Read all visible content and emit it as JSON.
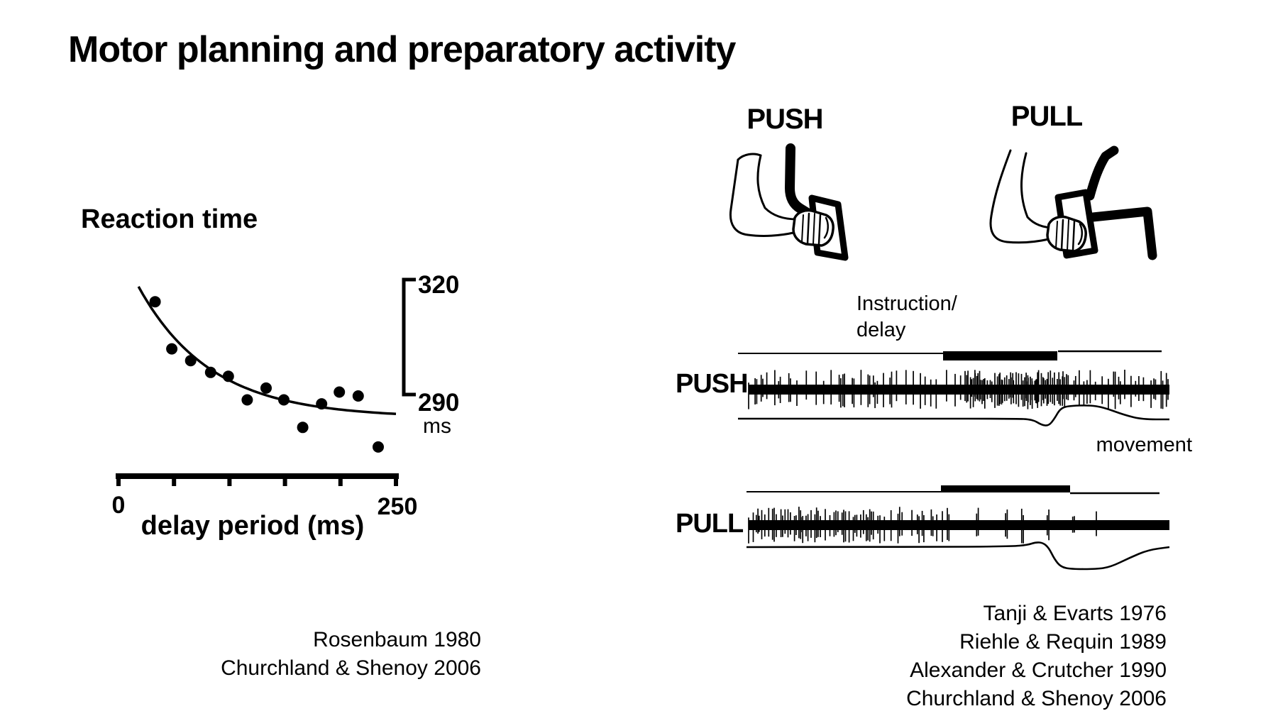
{
  "slide": {
    "title": "Motor planning and preparatory activity"
  },
  "left_panel": {
    "heading": "Reaction time",
    "citations": [
      "Rosenbaum 1980",
      "Churchland & Shenoy 2006"
    ]
  },
  "chart_data": {
    "type": "scatter",
    "title": "Reaction time",
    "xlabel": "delay period (ms)",
    "xlim": [
      0,
      250
    ],
    "x_tick_values": [
      0,
      50,
      100,
      150,
      200,
      250
    ],
    "x_tick_labels_shown": {
      "first": "0",
      "last": "250"
    },
    "y_bracket": {
      "top_value": 320,
      "bottom_value": 290,
      "top_label": "320",
      "bottom_label": "290",
      "unit": "ms"
    },
    "points": [
      {
        "delay": 33,
        "rt": 314
      },
      {
        "delay": 48,
        "rt": 302
      },
      {
        "delay": 65,
        "rt": 299
      },
      {
        "delay": 83,
        "rt": 296
      },
      {
        "delay": 99,
        "rt": 295
      },
      {
        "delay": 116,
        "rt": 289
      },
      {
        "delay": 133,
        "rt": 292
      },
      {
        "delay": 149,
        "rt": 289
      },
      {
        "delay": 166,
        "rt": 282
      },
      {
        "delay": 183,
        "rt": 288
      },
      {
        "delay": 199,
        "rt": 291
      },
      {
        "delay": 216,
        "rt": 290
      },
      {
        "delay": 234,
        "rt": 277
      }
    ],
    "fit_curve": {
      "type": "exponential_decay",
      "asymptote_ms": 284.5,
      "amplitude_ms": 44,
      "tau_ms": 65,
      "x_start": 18,
      "x_end": 252
    }
  },
  "right_panel": {
    "push_header": "PUSH",
    "pull_header": "PULL",
    "instruction_label": [
      "Instruction/",
      "delay"
    ],
    "movement_label": "movement",
    "citations": [
      "Tanji & Evarts 1976",
      "Riehle & Requin 1989",
      "Alexander & Crutcher 1990",
      "Churchland & Shenoy 2006"
    ],
    "neural_rows": [
      {
        "label": "PUSH",
        "instruction_trace": {
          "pre": [
            1040,
            498,
            1329,
            498
          ],
          "bar": [
            1329,
            495,
            1490,
            508
          ],
          "post": [
            1491,
            495,
            1637,
            495
          ]
        },
        "spike_band": {
          "x0": 1055,
          "x1": 1648,
          "center_y": 549,
          "half_thickness": 7,
          "max_spike": 28,
          "segments": [
            {
              "from": 1055,
              "to": 1360,
              "gap_min": 5,
              "gap_max": 15,
              "double_prob": 0.3,
              "desc": "steady tonic firing"
            },
            {
              "from": 1360,
              "to": 1498,
              "gap_min": 1.6,
              "gap_max": 4.5,
              "double_prob": 0.5,
              "desc": "burst during instruction/delay"
            },
            {
              "from": 1498,
              "to": 1646,
              "gap_min": 4,
              "gap_max": 11,
              "double_prob": 0.35,
              "desc": "elevated firing"
            }
          ]
        },
        "movement_trace": [
          [
            1040,
            590
          ],
          [
            1300,
            590
          ],
          [
            1430,
            590
          ],
          [
            1455,
            591
          ],
          [
            1468,
            599
          ],
          [
            1478,
            600
          ],
          [
            1486,
            590
          ],
          [
            1494,
            576
          ],
          [
            1505,
            572
          ],
          [
            1535,
            571
          ],
          [
            1555,
            574
          ],
          [
            1585,
            585
          ],
          [
            1610,
            591
          ],
          [
            1648,
            591
          ]
        ]
      },
      {
        "label": "PULL",
        "instruction_trace": {
          "pre": [
            1052,
            693,
            1326,
            693
          ],
          "bar": [
            1326,
            684,
            1508,
            694
          ],
          "post": [
            1508,
            695,
            1634,
            695
          ]
        },
        "spike_band": {
          "x0": 1055,
          "x1": 1648,
          "center_y": 740,
          "half_thickness": 7,
          "max_spike": 26,
          "segments": [
            {
              "from": 1055,
              "to": 1240,
              "gap_min": 2.5,
              "gap_max": 7,
              "double_prob": 0.4,
              "desc": "dense firing"
            },
            {
              "from": 1240,
              "to": 1335,
              "gap_min": 5,
              "gap_max": 14,
              "double_prob": 0.3,
              "desc": "moderate firing"
            },
            {
              "from": 1335,
              "to": 1545,
              "gap_min": 18,
              "gap_max": 55,
              "double_prob": 0.75,
              "desc": "sparse spike clusters"
            },
            {
              "from": 1545,
              "to": 1646,
              "gap_min": 120,
              "gap_max": 200,
              "double_prob": 0,
              "desc": "near silent"
            }
          ]
        },
        "movement_trace": [
          [
            1052,
            771
          ],
          [
            1300,
            771
          ],
          [
            1425,
            770
          ],
          [
            1448,
            768
          ],
          [
            1460,
            764
          ],
          [
            1470,
            765
          ],
          [
            1478,
            772
          ],
          [
            1486,
            788
          ],
          [
            1495,
            799
          ],
          [
            1510,
            802
          ],
          [
            1545,
            802
          ],
          [
            1565,
            799
          ],
          [
            1592,
            786
          ],
          [
            1618,
            775
          ],
          [
            1648,
            771
          ]
        ]
      }
    ]
  },
  "colors": {
    "ink": "#000000",
    "background": "#ffffff"
  }
}
